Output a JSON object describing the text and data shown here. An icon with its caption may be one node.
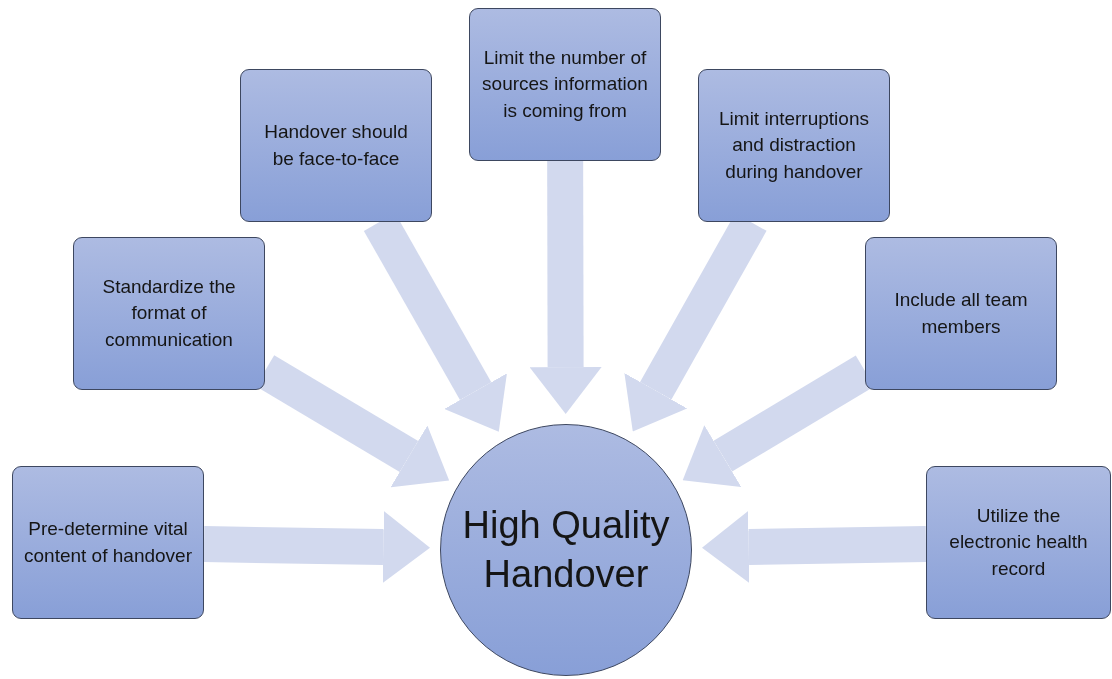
{
  "diagram": {
    "nodes": [
      {
        "text": [
          "Limit the number of sources information is coming from"
        ]
      },
      {
        "text": [
          "Handover should be face-to-face"
        ]
      },
      {
        "text": [
          "Limit interruptions and distraction during handover"
        ]
      },
      {
        "text": [
          "Standardize the format of communication"
        ]
      },
      {
        "text": [
          "Include all team members"
        ]
      },
      {
        "text": [
          "Pre-determine vital content of handover"
        ]
      },
      {
        "text": [
          "Utilize the electronic health record"
        ]
      },
      {
        "text": [
          "High Quality Handover"
        ]
      }
    ],
    "edges": [
      {
        "from": 0,
        "to": 7,
        "arrow": "to"
      },
      {
        "from": 1,
        "to": 7,
        "arrow": "to"
      },
      {
        "from": 2,
        "to": 7,
        "arrow": "to"
      },
      {
        "from": 3,
        "to": 7,
        "arrow": "to"
      },
      {
        "from": 4,
        "to": 7,
        "arrow": "to"
      },
      {
        "from": 5,
        "to": 7,
        "arrow": "to"
      },
      {
        "from": 6,
        "to": 7,
        "arrow": "to"
      }
    ]
  }
}
